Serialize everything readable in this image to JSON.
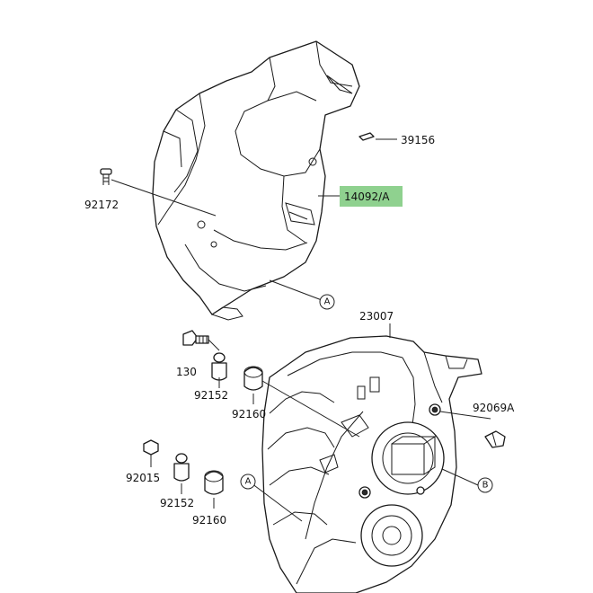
{
  "parts": {
    "p39156": "39156",
    "p14092a": "14092/A",
    "p92172": "92172",
    "p23007": "23007",
    "p130": "130",
    "p92152_top": "92152",
    "p92160_top": "92160",
    "p92069a": "92069A",
    "p92015": "92015",
    "p92152_bottom": "92152",
    "p92160_bottom": "92160"
  },
  "callouts": {
    "a_upper": "A",
    "a_lower": "A",
    "b": "B"
  },
  "colors": {
    "highlight": "#8fd18f",
    "line": "#1a1a1a",
    "background": "#ffffff"
  }
}
